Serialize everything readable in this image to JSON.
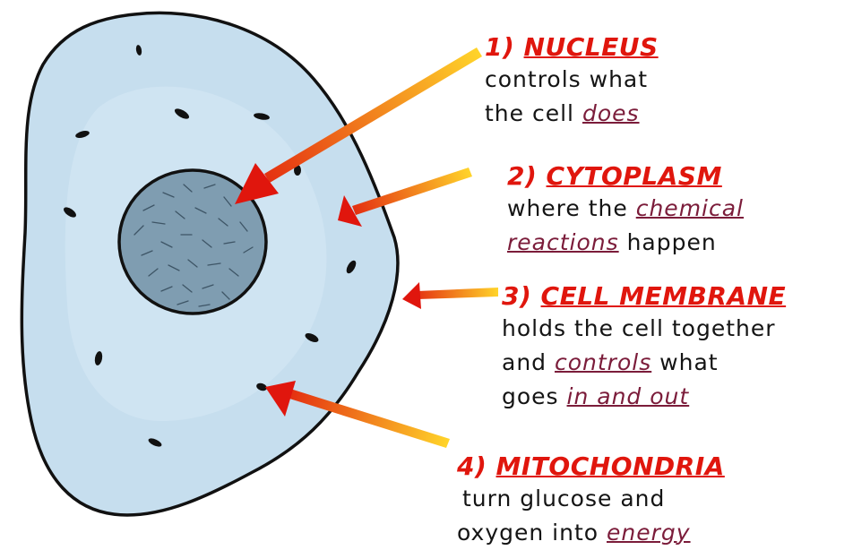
{
  "colors": {
    "cell_fill": "#c6deee",
    "nucleus_fill": "#7f9db1",
    "outline": "#111111",
    "arrow_head": "#e0160d",
    "arrow_tail": "#ffd42a",
    "heading": "#e0160d",
    "keyword": "#7b1c3a"
  },
  "labels": {
    "nucleus": {
      "number": "1)",
      "title": "NUCLEUS",
      "line1": "controls what",
      "line2_pre": "the cell ",
      "line2_kw": "does"
    },
    "cytoplasm": {
      "number": "2)",
      "title": "CYTOPLASM",
      "line1_pre": "where the ",
      "line1_kw": "chemical",
      "line2_kw": "reactions",
      "line2_post": " happen"
    },
    "membrane": {
      "number": "3)",
      "title": "CELL MEMBRANE",
      "line1": "holds the cell together",
      "line2_pre": "and ",
      "line2_kw": "controls",
      "line2_post": " what",
      "line3_pre": "goes ",
      "line3_kw": "in and out"
    },
    "mitochondria": {
      "number": "4)",
      "title": "MITOCHONDRIA",
      "line1": "turn glucose and",
      "line2_pre": "oxygen into ",
      "line2_kw": "energy"
    }
  }
}
